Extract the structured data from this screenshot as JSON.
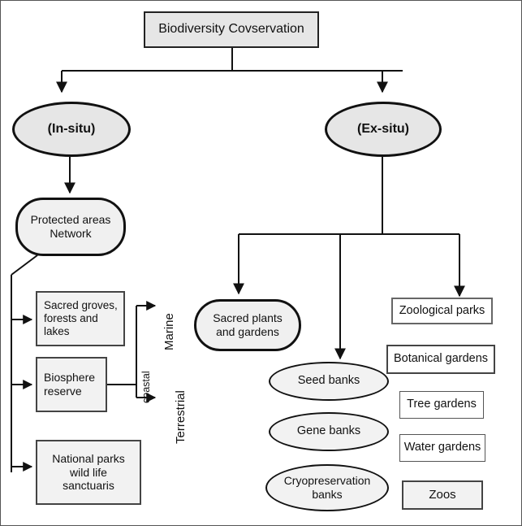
{
  "diagram": {
    "title": "Biodiversity Covservation",
    "root": {
      "label": "Biodiversity Covservation"
    },
    "branches": {
      "in_situ": {
        "label": "(In-situ)"
      },
      "ex_situ": {
        "label": "(Ex-situ)"
      }
    },
    "in_situ_nodes": {
      "protected_areas": {
        "label": "Protected areas\nNetwork"
      },
      "sacred_groves": {
        "label": "Sacred groves,\nforests and\nlakes"
      },
      "biosphere_reserve": {
        "label": "Biosphere\nreserve"
      },
      "national_parks": {
        "label": "National parks\nwild life\nsanctuaris"
      }
    },
    "habitat_labels": {
      "coastal": "coastal",
      "marine": "Marine",
      "terrestrial": "Terrestrial"
    },
    "ex_situ_nodes": {
      "sacred_plants": {
        "label": "Sacred plants\nand gardens"
      },
      "seed_banks": {
        "label": "Seed banks"
      },
      "gene_banks": {
        "label": "Gene banks"
      },
      "cryopreservation_banks": {
        "label": "Cryopreservation\nbanks"
      },
      "zoological_parks": {
        "label": "Zoological parks"
      },
      "botanical_gardens": {
        "label": "Botanical gardens"
      },
      "tree_gardens": {
        "label": "Tree gardens"
      },
      "water_gardens": {
        "label": "Water gardens"
      },
      "zoos": {
        "label": "Zoos"
      }
    },
    "colors": {
      "node_fill_gray": "#e6e6e6",
      "node_fill_light": "#f2f2f2",
      "node_fill_white": "#ffffff",
      "stroke_dark": "#111111",
      "stroke_mid": "#555555",
      "text": "#111111",
      "canvas": "#ffffff"
    }
  }
}
